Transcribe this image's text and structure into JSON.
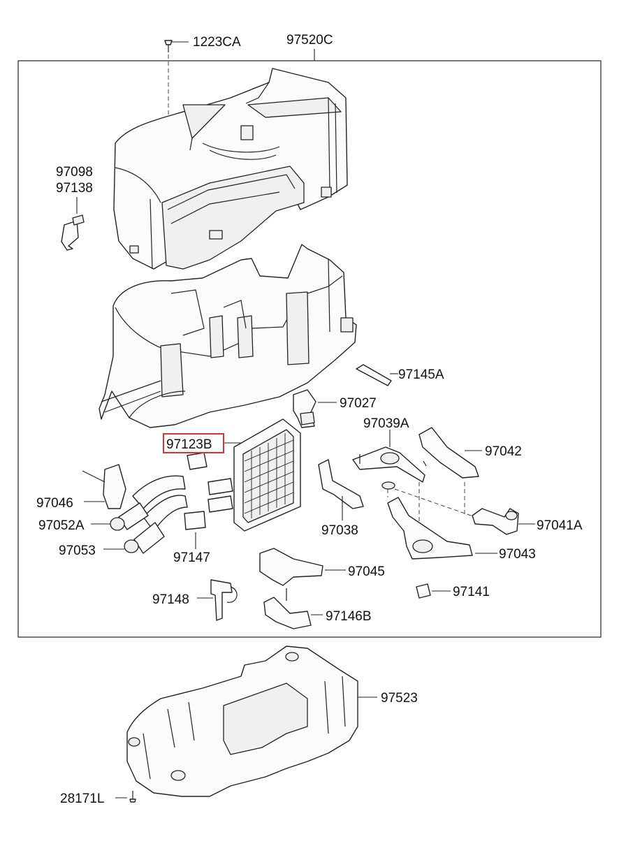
{
  "callouts": {
    "c1223CA": "1223CA",
    "c97520C": "97520C",
    "c97098": "97098",
    "c97138": "97138",
    "c97145A": "97145A",
    "c97027": "97027",
    "c97039A": "97039A",
    "c97042": "97042",
    "c97123B": "97123B",
    "c97046": "97046",
    "c97052A": "97052A",
    "c97053": "97053",
    "c97147": "97147",
    "c97038": "97038",
    "c97041A": "97041A",
    "c97043": "97043",
    "c97045": "97045",
    "c97141": "97141",
    "c97148": "97148",
    "c97146B": "97146B",
    "c97523": "97523",
    "c28171L": "28171L"
  },
  "highlight": {
    "callout": "97123B",
    "color": "#e03030"
  }
}
